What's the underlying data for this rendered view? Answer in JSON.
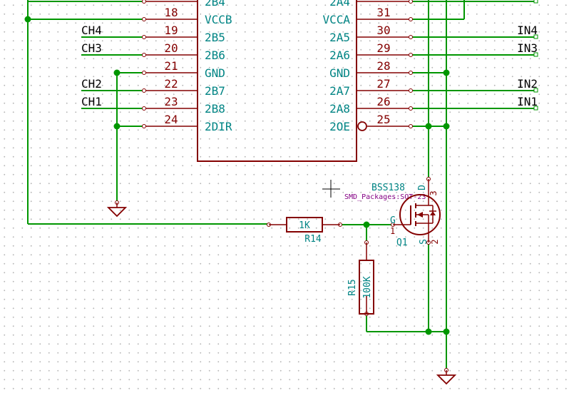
{
  "ic": {
    "left_pins": [
      {
        "num": "",
        "name": "2B4"
      },
      {
        "num": "18",
        "name": "VCCB"
      },
      {
        "num": "19",
        "name": "2B5"
      },
      {
        "num": "20",
        "name": "2B6"
      },
      {
        "num": "21",
        "name": "GND"
      },
      {
        "num": "22",
        "name": "2B7"
      },
      {
        "num": "23",
        "name": "2B8"
      },
      {
        "num": "24",
        "name": "2DIR"
      }
    ],
    "right_pins": [
      {
        "num": "",
        "name": "2A4"
      },
      {
        "num": "31",
        "name": "VCCA"
      },
      {
        "num": "30",
        "name": "2A5"
      },
      {
        "num": "29",
        "name": "2A6"
      },
      {
        "num": "28",
        "name": "GND"
      },
      {
        "num": "27",
        "name": "2A7"
      },
      {
        "num": "26",
        "name": "2A8"
      },
      {
        "num": "25",
        "name": "2OE"
      }
    ]
  },
  "net_labels": {
    "ch4": "CH4",
    "ch3": "CH3",
    "ch2": "CH2",
    "ch1": "CH1",
    "in4": "IN4",
    "in3": "IN3",
    "in2": "IN2",
    "in1": "IN1"
  },
  "r14": {
    "ref": "R14",
    "value": "1K"
  },
  "r15": {
    "ref": "R15",
    "value": "100K"
  },
  "q1": {
    "ref": "Q1",
    "value": "BSS138",
    "footprint": "SMD_Packages:SOT-23",
    "pin_g": "G",
    "pin_1": "1",
    "pin_d": "D",
    "pin_3": "3",
    "pin_s": "S",
    "pin_2": "2"
  }
}
